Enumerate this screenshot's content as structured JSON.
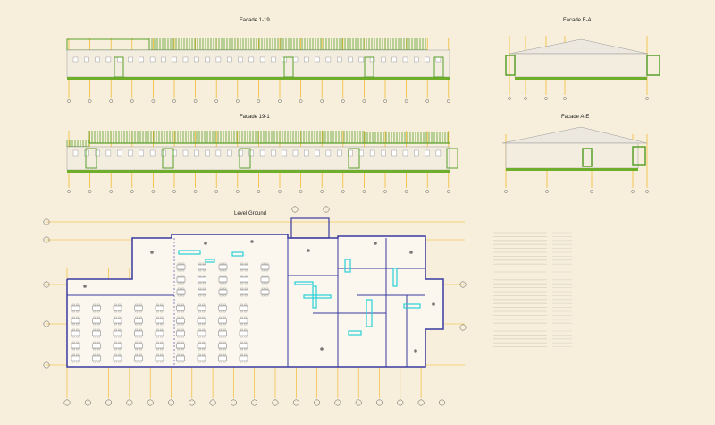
{
  "titles": {
    "facade_1_19": "Facade 1-19",
    "facade_e_a": "Facade E-A",
    "facade_19_1": "Facade 19-1",
    "facade_a_e": "Facade A-E",
    "level_ground": "Level Ground"
  },
  "colors": {
    "background": "#f7efdc",
    "gridline": "#f2b21b",
    "roof": "#5aa02c",
    "ground": "#6fae2b",
    "wall_plan": "#3a3aa0",
    "fixture": "#2ad0d8",
    "text": "#222222"
  },
  "icons": [
    "grid-bubble-icon",
    "facade-window-icon",
    "door-icon",
    "table-set-icon"
  ]
}
